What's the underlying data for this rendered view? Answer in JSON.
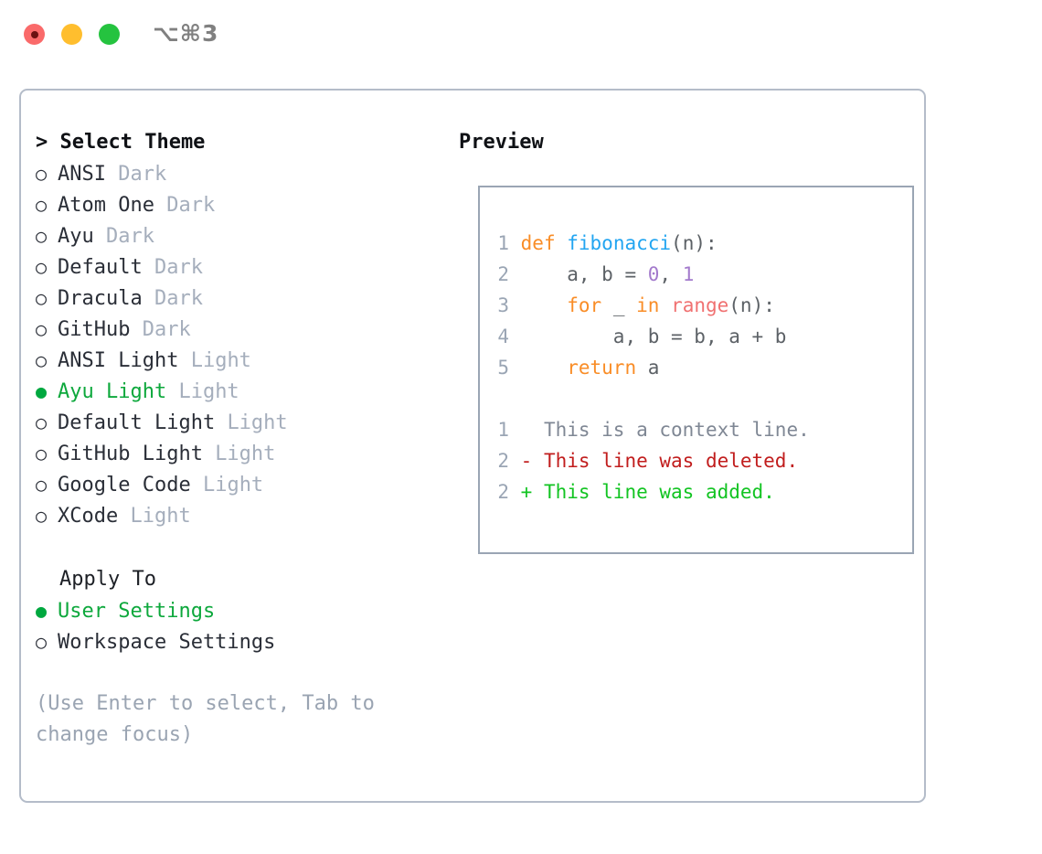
{
  "window": {
    "title": "⌥⌘3",
    "traffic_lights": [
      {
        "name": "close-button",
        "color": "#fa6a6a"
      },
      {
        "name": "minimize-button",
        "color": "#ffbe2e"
      },
      {
        "name": "maximize-button",
        "color": "#25c33f"
      }
    ]
  },
  "theme_panel": {
    "header": "> Select Theme",
    "selected_marker": "●",
    "unselected_marker": "○",
    "options": [
      {
        "marker": "○",
        "name": "ANSI",
        "kind": "Dark",
        "selected": false
      },
      {
        "marker": "○",
        "name": "Atom One",
        "kind": "Dark",
        "selected": false
      },
      {
        "marker": "○",
        "name": "Ayu",
        "kind": "Dark",
        "selected": false
      },
      {
        "marker": "○",
        "name": "Default",
        "kind": "Dark",
        "selected": false
      },
      {
        "marker": "○",
        "name": "Dracula",
        "kind": "Dark",
        "selected": false
      },
      {
        "marker": "○",
        "name": "GitHub",
        "kind": "Dark",
        "selected": false
      },
      {
        "marker": "○",
        "name": "ANSI Light",
        "kind": "Light",
        "selected": false
      },
      {
        "marker": "●",
        "name": "Ayu Light",
        "kind": "Light",
        "selected": true
      },
      {
        "marker": "○",
        "name": "Default Light",
        "kind": "Light",
        "selected": false
      },
      {
        "marker": "○",
        "name": "GitHub Light",
        "kind": "Light",
        "selected": false
      },
      {
        "marker": "○",
        "name": "Google Code",
        "kind": "Light",
        "selected": false
      },
      {
        "marker": "○",
        "name": "XCode",
        "kind": "Light",
        "selected": false
      }
    ]
  },
  "apply_to": {
    "header": "Apply To",
    "options": [
      {
        "marker": "●",
        "name": "User Settings",
        "selected": true
      },
      {
        "marker": "○",
        "name": "Workspace Settings",
        "selected": false
      }
    ]
  },
  "hint": "(Use Enter to select, Tab to change focus)",
  "preview": {
    "header": "Preview",
    "code_lines": [
      {
        "num": "1",
        "tokens": [
          {
            "t": "def",
            "c": "k-kw"
          },
          {
            "t": " ",
            "c": "k-plain"
          },
          {
            "t": "fibonacci",
            "c": "k-fn"
          },
          {
            "t": "(n):",
            "c": "k-plain"
          }
        ]
      },
      {
        "num": "2",
        "tokens": [
          {
            "t": "    a, b = ",
            "c": "k-plain"
          },
          {
            "t": "0",
            "c": "k-num"
          },
          {
            "t": ", ",
            "c": "k-plain"
          },
          {
            "t": "1",
            "c": "k-num"
          }
        ]
      },
      {
        "num": "3",
        "tokens": [
          {
            "t": "    ",
            "c": "k-plain"
          },
          {
            "t": "for",
            "c": "k-kw"
          },
          {
            "t": " _ ",
            "c": "k-plain"
          },
          {
            "t": "in",
            "c": "k-kw"
          },
          {
            "t": " ",
            "c": "k-plain"
          },
          {
            "t": "range",
            "c": "k-built"
          },
          {
            "t": "(n):",
            "c": "k-plain"
          }
        ]
      },
      {
        "num": "4",
        "tokens": [
          {
            "t": "        a, b = b, a + b",
            "c": "k-plain"
          }
        ]
      },
      {
        "num": "5",
        "tokens": [
          {
            "t": "    ",
            "c": "k-plain"
          },
          {
            "t": "return",
            "c": "k-kw"
          },
          {
            "t": " a",
            "c": "k-plain"
          }
        ]
      }
    ],
    "diff_lines": [
      {
        "num": "1",
        "text": "  This is a context line.",
        "cls": "d-ctx"
      },
      {
        "num": "2",
        "text": "- This line was deleted.",
        "cls": "d-del"
      },
      {
        "num": "2",
        "text": "+ This line was added.",
        "cls": "d-add"
      }
    ]
  }
}
